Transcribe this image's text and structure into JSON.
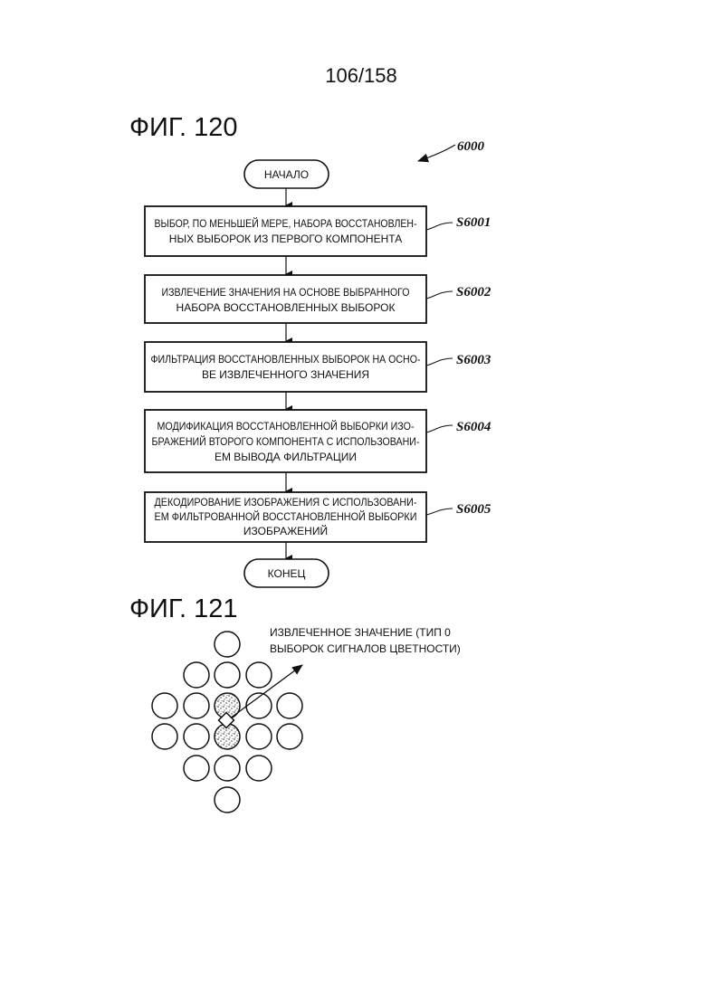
{
  "page_number": "106/158",
  "fig120": {
    "title": "ФИГ. 120",
    "ref": "6000",
    "start": "НАЧАЛО",
    "end": "КОНЕЦ",
    "steps": [
      {
        "label": "S6001",
        "lines": [
          "ВЫБОР, ПО МЕНЬШЕЙ МЕРЕ, НАБОРА ВОССТАНОВЛЕН-",
          "НЫХ ВЫБОРОК ИЗ ПЕРВОГО КОМПОНЕНТА"
        ]
      },
      {
        "label": "S6002",
        "lines": [
          "ИЗВЛЕЧЕНИЕ ЗНАЧЕНИЯ НА ОСНОВЕ ВЫБРАННОГО",
          "НАБОРА ВОССТАНОВЛЕННЫХ ВЫБОРОК"
        ]
      },
      {
        "label": "S6003",
        "lines": [
          "ФИЛЬТРАЦИЯ ВОССТАНОВЛЕННЫХ ВЫБОРОК НА ОСНО-",
          "ВЕ ИЗВЛЕЧЕННОГО ЗНАЧЕНИЯ"
        ]
      },
      {
        "label": "S6004",
        "lines": [
          "МОДИФИКАЦИЯ ВОССТАНОВЛЕННОЙ ВЫБОРКИ ИЗО-",
          "БРАЖЕНИЙ ВТОРОГО КОМПОНЕНТА С ИСПОЛЬЗОВАНИ-",
          "ЕМ ВЫВОДА ФИЛЬТРАЦИИ"
        ]
      },
      {
        "label": "S6005",
        "lines": [
          "ДЕКОДИРОВАНИЕ ИЗОБРАЖЕНИЯ С ИСПОЛЬЗОВАНИ-",
          "ЕМ ФИЛЬТРОВАННОЙ ВОССТАНОВЛЕННОЙ ВЫБОРКИ",
          "ИЗОБРАЖЕНИЙ"
        ]
      }
    ]
  },
  "fig121": {
    "title": "ФИГ. 121",
    "annotation_lines": [
      "ИЗВЛЕЧЕННОЕ ЗНАЧЕНИЕ (ТИП 0",
      "ВЫБОРОК СИГНАЛОВ ЦВЕТНОСТИ)"
    ]
  }
}
